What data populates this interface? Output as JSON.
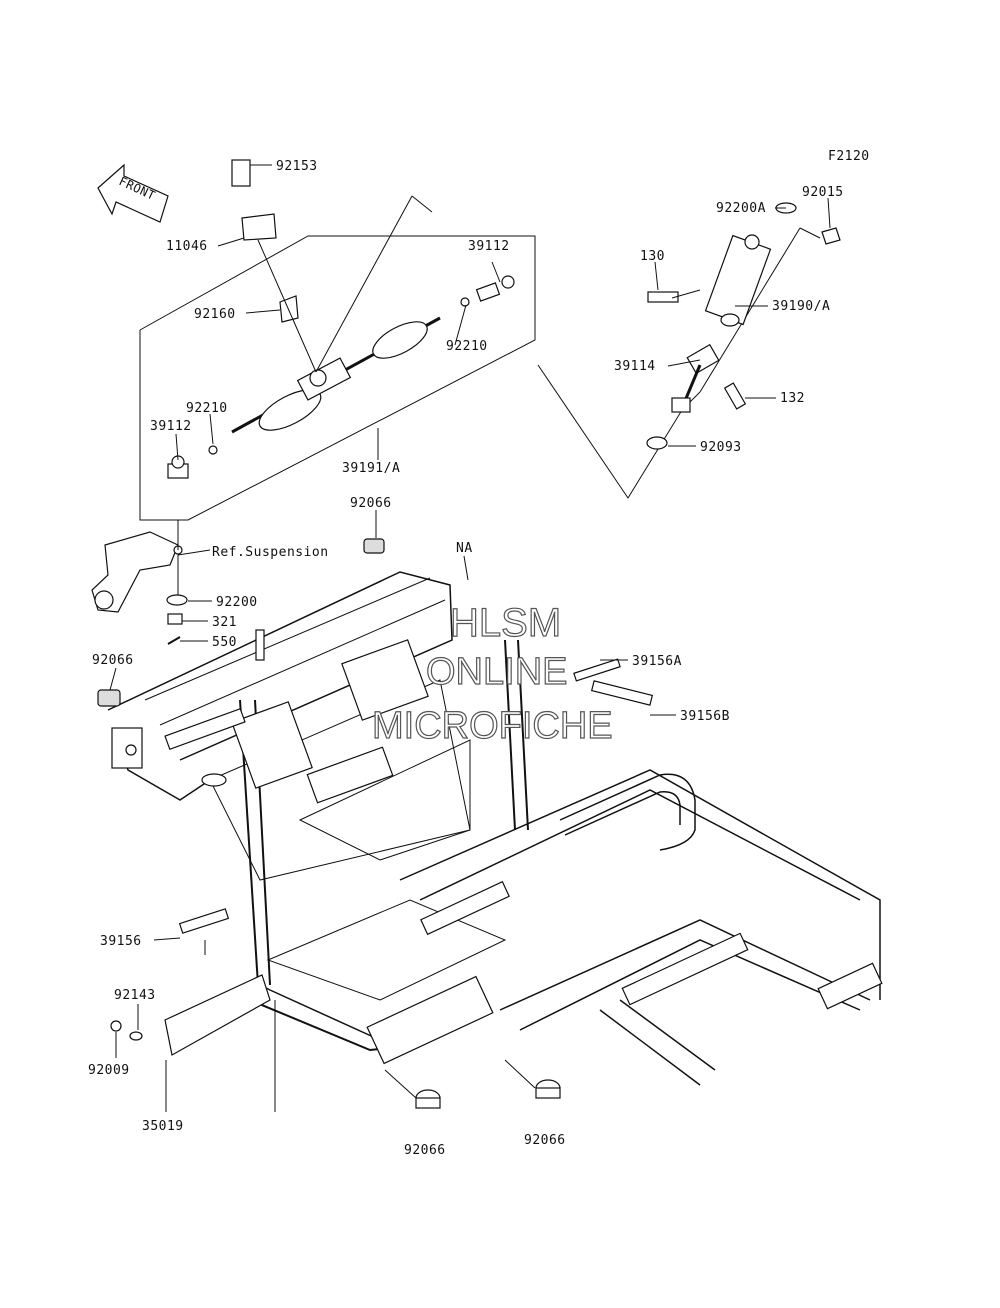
{
  "figure_code": "F2120",
  "front_label": "FRONT",
  "watermark": {
    "line1": "HLSM",
    "line2": "ONLINE",
    "line3": "MICROFICHE"
  },
  "parts": [
    {
      "key": "92153",
      "label": "92153"
    },
    {
      "key": "11046",
      "label": "11046"
    },
    {
      "key": "92160",
      "label": "92160"
    },
    {
      "key": "39112_r",
      "label": "39112"
    },
    {
      "key": "92210_r",
      "label": "92210"
    },
    {
      "key": "92210_l",
      "label": "92210"
    },
    {
      "key": "39112_l",
      "label": "39112"
    },
    {
      "key": "39191A",
      "label": "39191/A"
    },
    {
      "key": "92200A",
      "label": "92200A"
    },
    {
      "key": "92015",
      "label": "92015"
    },
    {
      "key": "130",
      "label": "130"
    },
    {
      "key": "39190A",
      "label": "39190/A"
    },
    {
      "key": "39114",
      "label": "39114"
    },
    {
      "key": "132",
      "label": "132"
    },
    {
      "key": "92093",
      "label": "92093"
    },
    {
      "key": "92066_top",
      "label": "92066"
    },
    {
      "key": "ref_susp",
      "label": "Ref.Suspension"
    },
    {
      "key": "NA",
      "label": "NA"
    },
    {
      "key": "92200",
      "label": "92200"
    },
    {
      "key": "321",
      "label": "321"
    },
    {
      "key": "550",
      "label": "550"
    },
    {
      "key": "92066_left",
      "label": "92066"
    },
    {
      "key": "39156A",
      "label": "39156A"
    },
    {
      "key": "39156B",
      "label": "39156B"
    },
    {
      "key": "39156",
      "label": "39156"
    },
    {
      "key": "92143",
      "label": "92143"
    },
    {
      "key": "92009",
      "label": "92009"
    },
    {
      "key": "35019",
      "label": "35019"
    },
    {
      "key": "92066_b1",
      "label": "92066"
    },
    {
      "key": "92066_b2",
      "label": "92066"
    }
  ]
}
